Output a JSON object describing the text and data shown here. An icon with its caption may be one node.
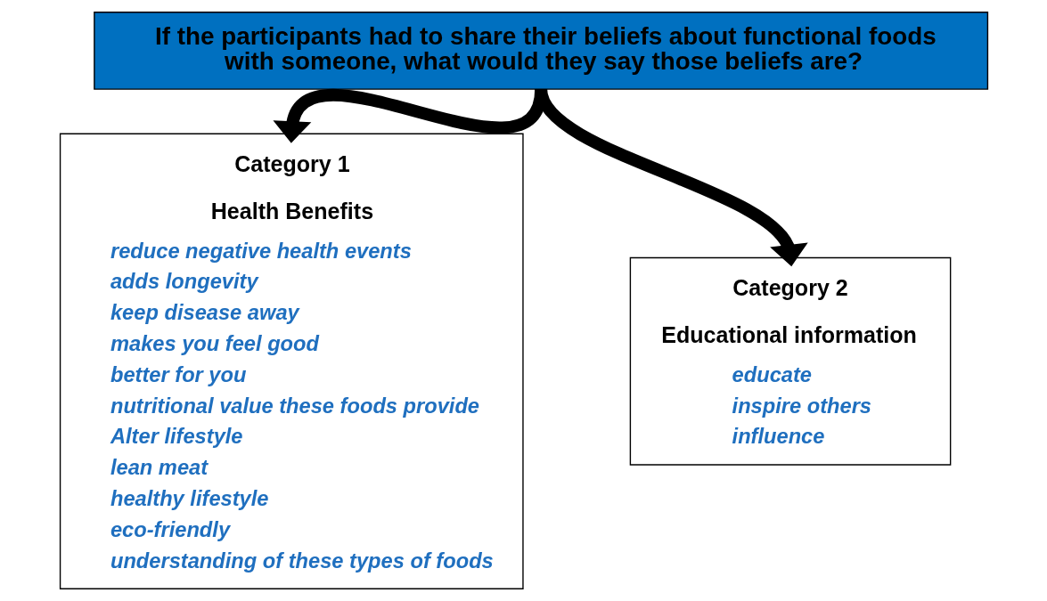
{
  "diagram": {
    "nodes": [
      {
        "text": [
          "If the participants had to share their beliefs about functional foods with someone, what would they say those beliefs are?"
        ]
      },
      {
        "text": [
          "Category 1",
          "Health Benefits",
          "reduce negative health events",
          "adds longevity",
          "keep disease away",
          "makes you feel good",
          "better for you",
          "nutritional value these foods provide",
          "Alter lifestyle",
          "lean meat",
          "healthy lifestyle",
          "eco-friendly",
          "understanding of these types of foods"
        ]
      },
      {
        "text": [
          "Category 2",
          "Educational information",
          "educate",
          "inspire others",
          "influence"
        ]
      }
    ],
    "edges": [
      {
        "from": 0,
        "to": 1,
        "arrow": "to"
      },
      {
        "from": 0,
        "to": 2,
        "arrow": "to"
      }
    ]
  }
}
